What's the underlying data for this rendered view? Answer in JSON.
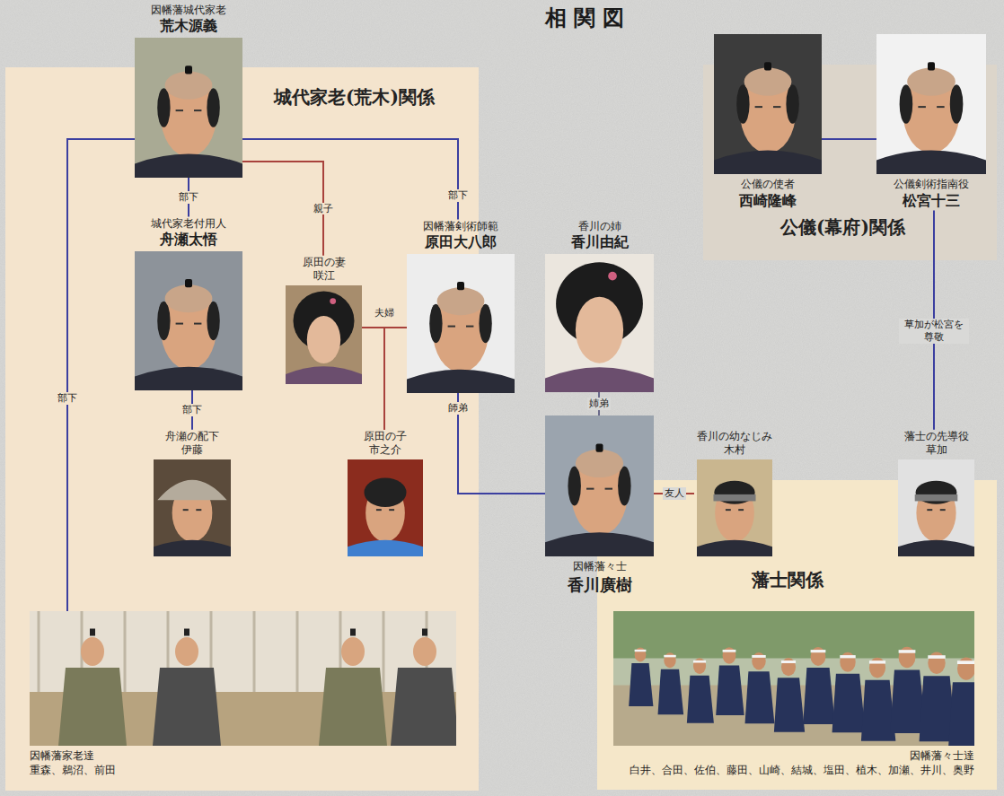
{
  "diagram": {
    "title": "相関図",
    "nodes": [
      {
        "text": [
          "城代家老(荒木)関係"
        ]
      },
      {
        "text": [
          "因幡藩城代家老",
          "荒木源義"
        ],
        "in": 0
      },
      {
        "text": [
          "城代家老付用人",
          "舟瀬太悟"
        ],
        "in": 0
      },
      {
        "text": [
          "原田の妻",
          "咲江"
        ],
        "in": 0
      },
      {
        "text": [
          "因幡藩剣術師範",
          "原田大八郎"
        ],
        "in": 0
      },
      {
        "text": [
          "舟瀬の配下",
          "伊藤"
        ],
        "in": 0
      },
      {
        "text": [
          "原田の子",
          "市之介"
        ],
        "in": 0
      },
      {
        "text": [
          "因幡藩家老達",
          "重森、鵜沼、前田"
        ],
        "in": 0
      },
      {
        "text": [
          "公儀(幕府)関係"
        ]
      },
      {
        "text": [
          "公儀の使者",
          "西崎隆峰"
        ],
        "in": 8
      },
      {
        "text": [
          "公儀剣術指南役",
          "松宮十三"
        ],
        "in": 8
      },
      {
        "text": [
          "香川の姉",
          "香川由紀"
        ]
      },
      {
        "text": [
          "因幡藩々士",
          "香川廣樹"
        ]
      },
      {
        "text": [
          "藩士関係"
        ]
      },
      {
        "text": [
          "香川の幼なじみ",
          "木村"
        ],
        "in": 13
      },
      {
        "text": [
          "藩士の先導役",
          "草加"
        ],
        "in": 13
      },
      {
        "text": [
          "因幡藩々士達",
          "白井、合田、佐伯、藤田、山崎、結城、塩田、植木、加瀬、井川、奥野"
        ],
        "in": 13
      }
    ],
    "edges": [
      {
        "from": 1,
        "to": 2,
        "label": "部下",
        "arrow": "none"
      },
      {
        "from": 1,
        "to": 3,
        "label": "親子",
        "arrow": "none"
      },
      {
        "from": 1,
        "to": 4,
        "label": "部下",
        "arrow": "none"
      },
      {
        "from": 1,
        "to": 7,
        "label": "部下",
        "arrow": "none"
      },
      {
        "from": 2,
        "to": 5,
        "label": "部下",
        "arrow": "none"
      },
      {
        "from": 3,
        "to": 4,
        "label": "夫婦",
        "arrow": "none"
      },
      {
        "from": 3,
        "to": 6,
        "arrow": "none"
      },
      {
        "from": 4,
        "to": 6,
        "arrow": "none"
      },
      {
        "from": 4,
        "to": 12,
        "label": "師弟",
        "arrow": "none"
      },
      {
        "from": 11,
        "to": 12,
        "label": "姉弟",
        "arrow": "none"
      },
      {
        "from": 12,
        "to": 14,
        "label": "友人",
        "arrow": "none"
      },
      {
        "from": 9,
        "to": 10,
        "arrow": "none"
      },
      {
        "from": 10,
        "to": 15,
        "label": "草加が松宮を尊敬",
        "arrow": "none"
      }
    ]
  }
}
